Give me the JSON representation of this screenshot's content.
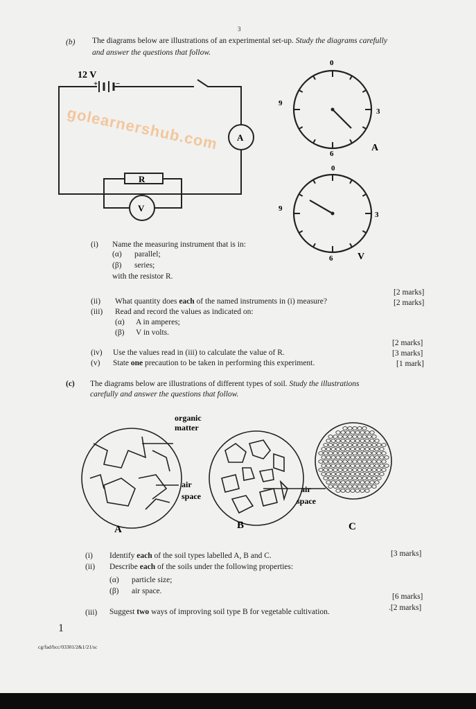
{
  "watermark": "golearnershub.com",
  "page_mark": "3",
  "part_b": {
    "label": "(b)",
    "intro": "The diagrams below are illustrations of an experimental set-up.",
    "intro_italic": "Study the diagrams carefully",
    "intro_italic2": "and answer the questions that follow.",
    "diagram": {
      "battery": "12 V",
      "plus": "+",
      "minus": "−",
      "ammeter": "A",
      "resistor": "R",
      "voltmeter": "V",
      "dial_a": {
        "label": "A",
        "ticks": [
          "0",
          "3",
          "6",
          "9"
        ],
        "reading": 4.5
      },
      "dial_v": {
        "label": "V",
        "ticks": [
          "0",
          "3",
          "6",
          "9"
        ],
        "reading": 10
      }
    },
    "q_i": {
      "num": "(i)",
      "text": "Name the measuring instrument that is in:",
      "a": "(α)",
      "a_text": "parallel;",
      "b": "(β)",
      "b_text": "series;",
      "tail": "with the resistor R.",
      "marks": "[2 marks]"
    },
    "q_ii": {
      "num": "(ii)",
      "text_pre": "What quantity does ",
      "bold": "each",
      "text_post": " of the named instruments in (i) measure?",
      "marks": "[2 marks]"
    },
    "q_iii": {
      "num": "(iii)",
      "text": "Read and record the values as indicated on:",
      "a": "(α)",
      "a_text": "A in amperes;",
      "b": "(β)",
      "b_text": "V in volts.",
      "marks": "[2 marks]"
    },
    "q_iv": {
      "num": "(iv)",
      "text": "Use the values read in (iii) to calculate the value of R.",
      "marks": "[3 marks]"
    },
    "q_v": {
      "num": "(v)",
      "text_pre": "State ",
      "bold": "one",
      "text_post": " precaution to be taken in performing this experiment.",
      "marks": "[1 mark]"
    }
  },
  "part_c": {
    "label": "(c)",
    "intro": "The diagrams below are illustrations of different types of soil.",
    "intro_italic": "Study the illustrations",
    "intro_italic2": "carefully and answer the questions that follow.",
    "diagram": {
      "organic1": "organic",
      "organic2": "matter",
      "air1": "air",
      "space1": "space",
      "air2": "air",
      "space2": "space",
      "A": "A",
      "B": "B",
      "C": "C"
    },
    "q_i": {
      "num": "(i)",
      "text_pre": "Identify ",
      "bold": "each",
      "text_post": " of the soil types labelled A, B and C.",
      "marks": "[3 marks]"
    },
    "q_ii": {
      "num": "(ii)",
      "text_pre": "Describe ",
      "bold": "each",
      "text_post": " of the soils under the following properties:",
      "a": "(α)",
      "a_text": "particle size;",
      "b": "(β)",
      "b_text": "air space.",
      "marks": "[6 marks]"
    },
    "q_iii": {
      "num": "(iii)",
      "text_pre": "Suggest ",
      "bold": "two",
      "text_post": " ways of improving soil type B for vegetable cultivation.",
      "marks": ".[2 marks]"
    }
  },
  "footer": {
    "page_num": "1",
    "code": "cg/fad/bcc/03301/2&1/21/sc"
  }
}
